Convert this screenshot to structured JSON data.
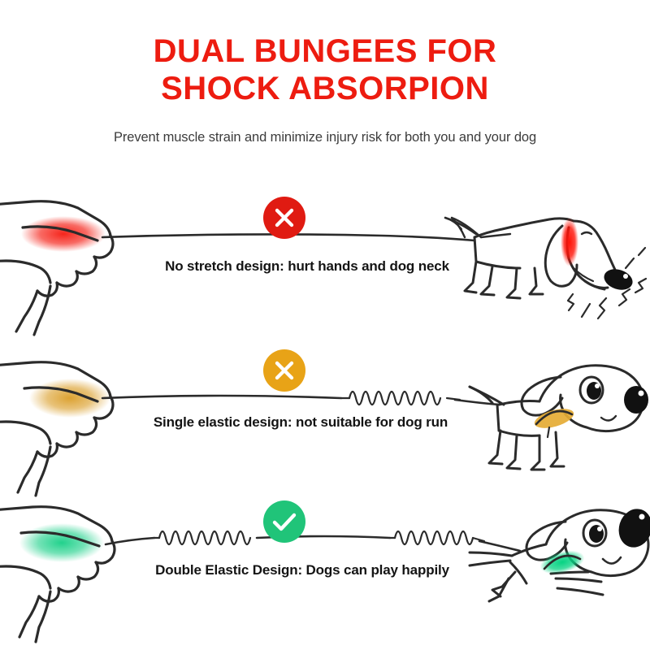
{
  "header": {
    "headline_lines": [
      "DUAL BUNGEES FOR",
      "SHOCK ABSORPION"
    ],
    "subtitle": "Prevent muscle strain and minimize injury risk for both you and your dog",
    "headline_color": "#ED1C10",
    "subtitle_color": "#3c3c3c"
  },
  "background_color": "#ffffff",
  "ink_color": "#2b2b2b",
  "rows": [
    {
      "id": "no-stretch",
      "caption": "No stretch design: hurt hands and dog neck",
      "badge": {
        "icon": "cross-icon",
        "color": "#E01B12",
        "mark_color": "#ffffff"
      },
      "hand_glow_color": "#f01a13",
      "collar_color": "#f51a0e",
      "leash_type": "straight",
      "spring_count": 0,
      "dog_pose": "straining-head-down",
      "dog_distress_marks": true
    },
    {
      "id": "single-elastic",
      "caption": "Single elastic design: not suitable for dog run",
      "badge": {
        "icon": "cross-icon",
        "color": "#E8A317",
        "mark_color": "#ffffff"
      },
      "hand_glow_color": "#d99a20",
      "collar_color": "#e0a62b",
      "leash_type": "single-spring",
      "spring_count": 1,
      "dog_pose": "standing-calm",
      "dog_distress_marks": false
    },
    {
      "id": "double-elastic",
      "caption": "Double Elastic Design: Dogs can play happily",
      "badge": {
        "icon": "check-icon",
        "color": "#20C479",
        "mark_color": "#ffffff"
      },
      "hand_glow_color": "#1ecb85",
      "collar_color": "#15c97e",
      "leash_type": "double-spring",
      "spring_count": 2,
      "dog_pose": "running-happy",
      "dog_distress_marks": false
    }
  ]
}
